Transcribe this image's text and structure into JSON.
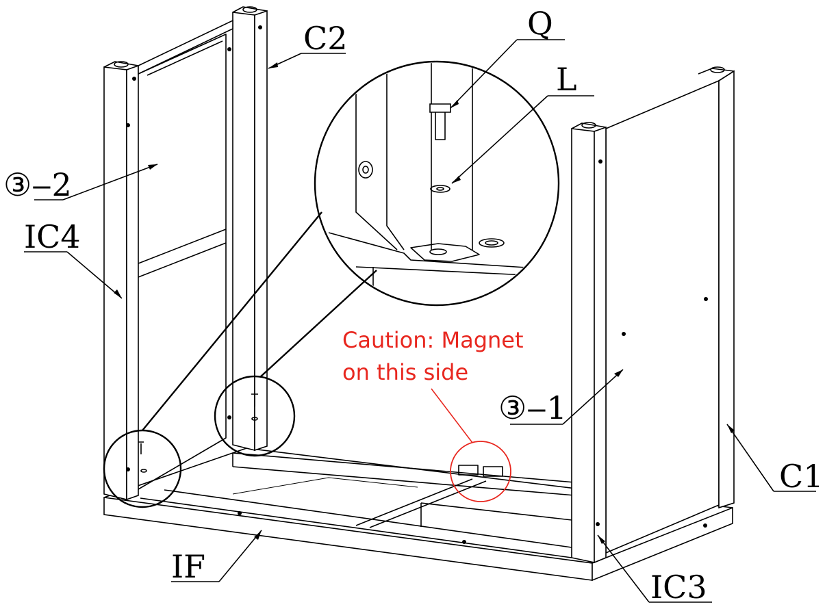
{
  "labels": {
    "q": "Q",
    "l": "L",
    "c2": "C2",
    "c1": "C1",
    "ic4": "IC4",
    "ic3": "IC3",
    "if": "IF",
    "part_3_2": "③‒2",
    "part_3_1": "③‒1"
  },
  "caution": {
    "line1": "Caution: Magnet",
    "line2": "on this side",
    "color": "#e8271f"
  }
}
